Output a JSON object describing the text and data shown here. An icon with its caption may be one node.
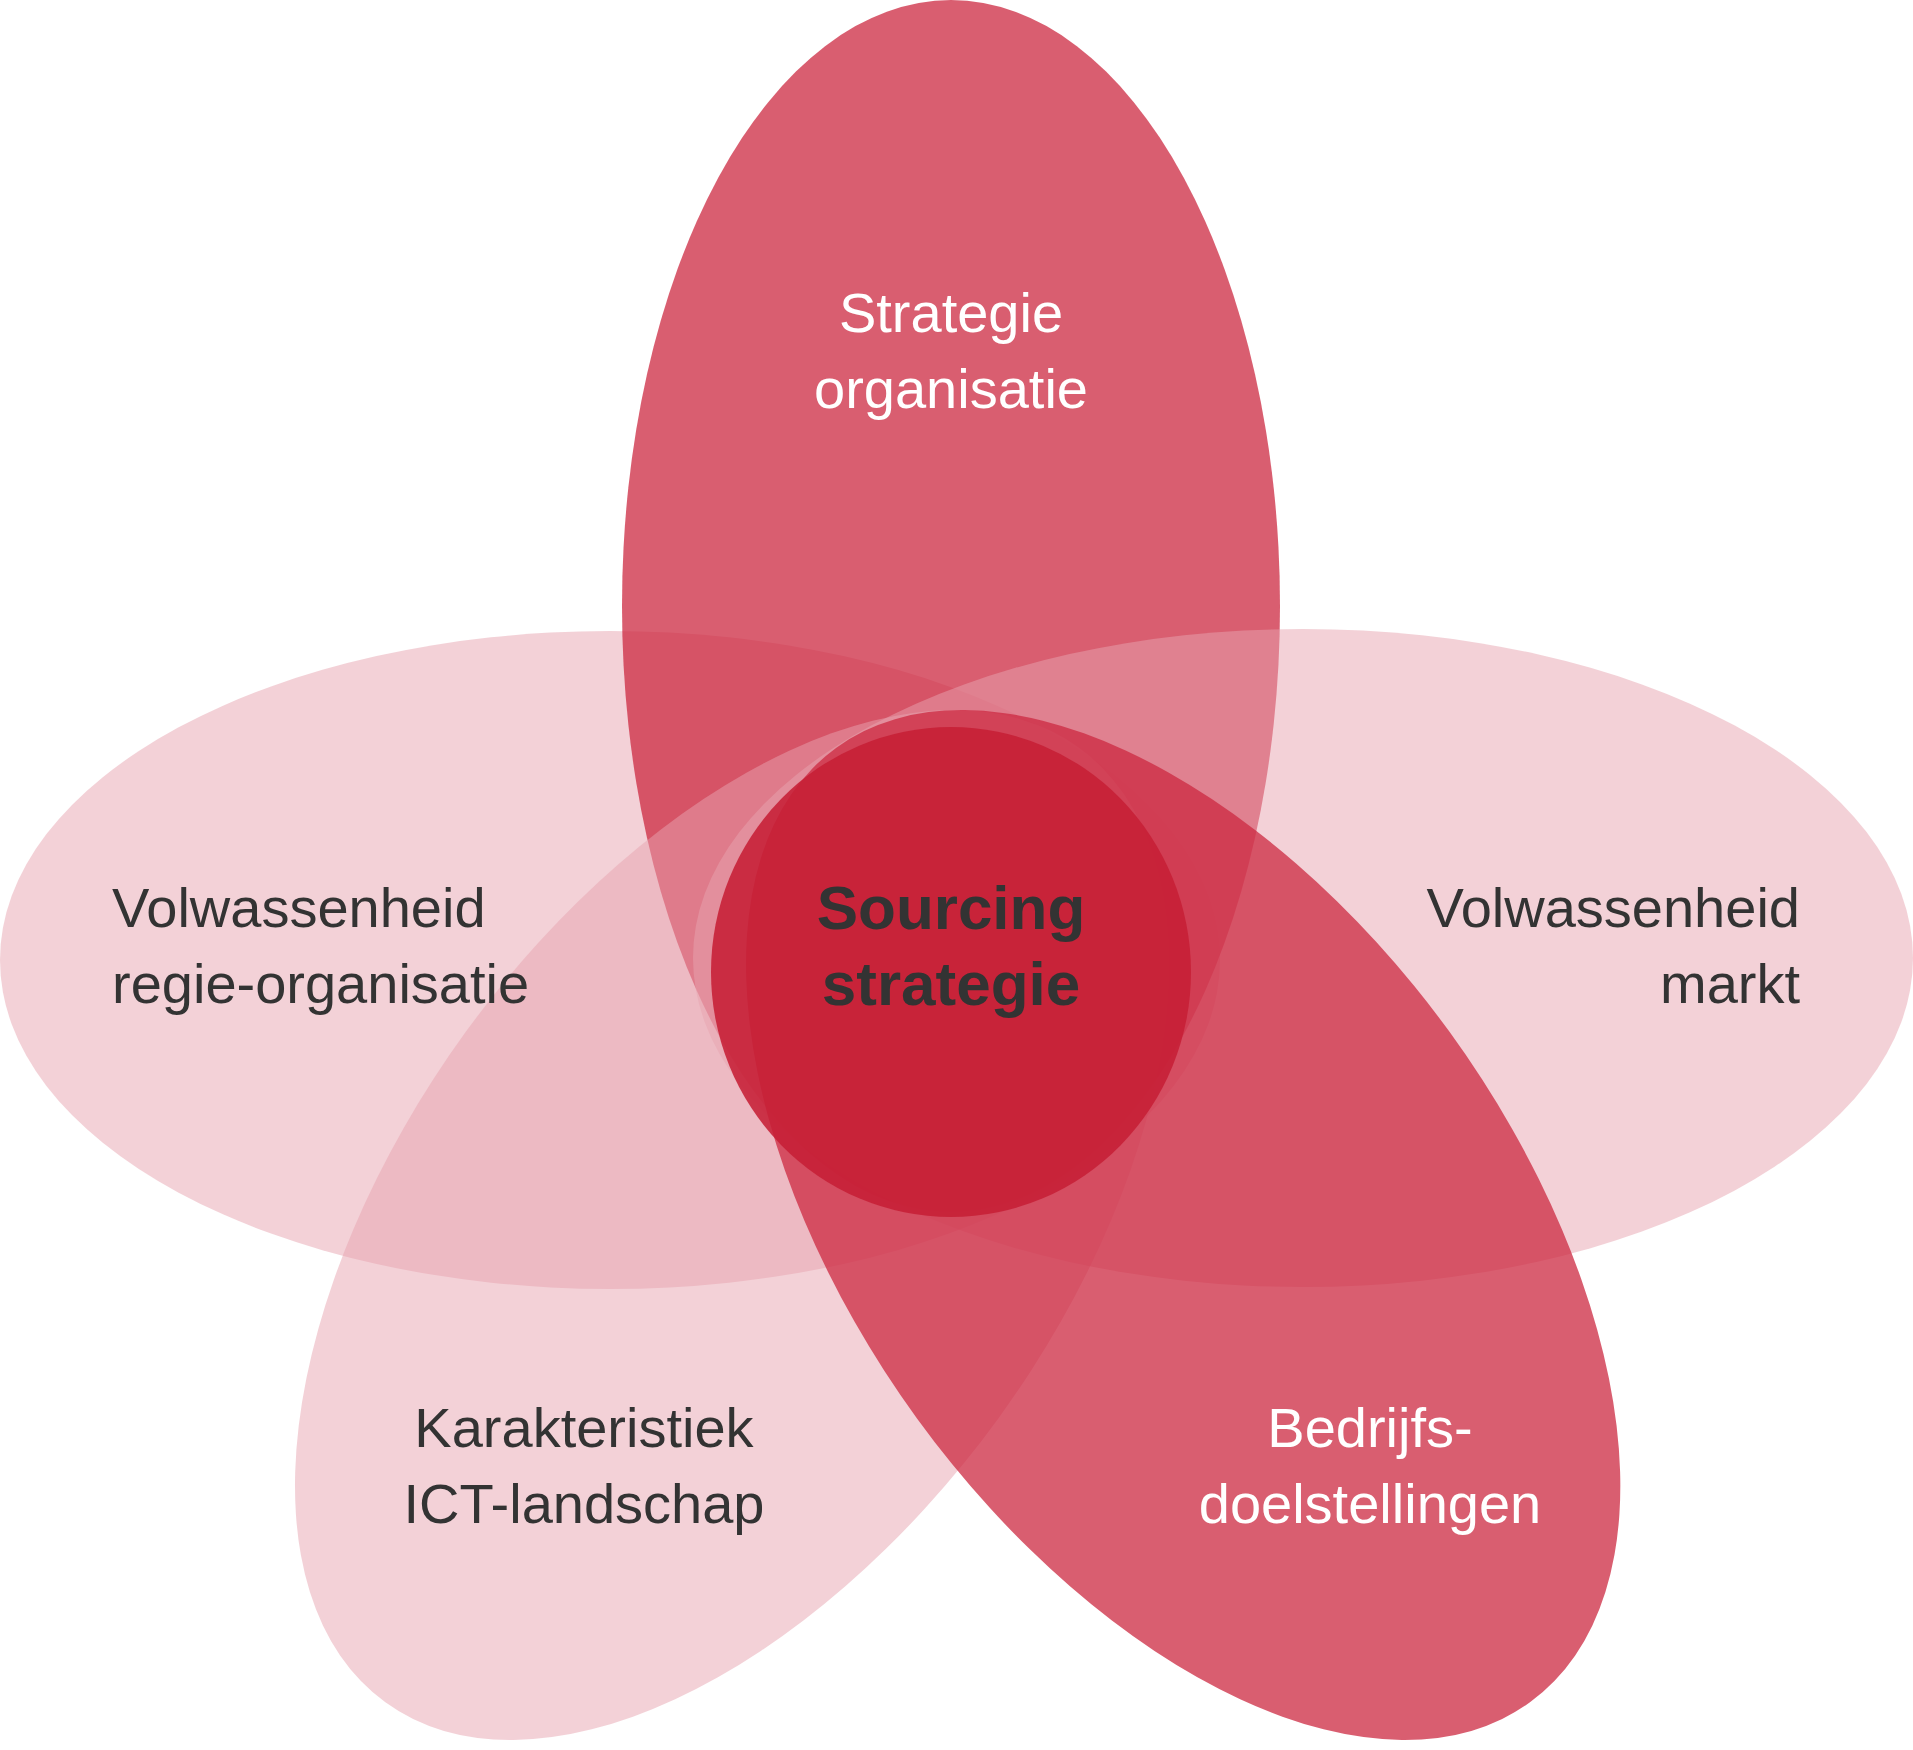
{
  "diagram": {
    "nodes": [
      {
        "text": [
          "Strategie organisatie"
        ]
      },
      {
        "text": [
          "Volwassenheid regie-organisatie"
        ]
      },
      {
        "text": [
          "Sourcing strategie"
        ]
      },
      {
        "text": [
          "Volwassenheid markt"
        ]
      },
      {
        "text": [
          "Karakteristiek ICT-landschap"
        ]
      },
      {
        "text": [
          "Bedrijfs- doelstellingen"
        ]
      }
    ]
  }
}
